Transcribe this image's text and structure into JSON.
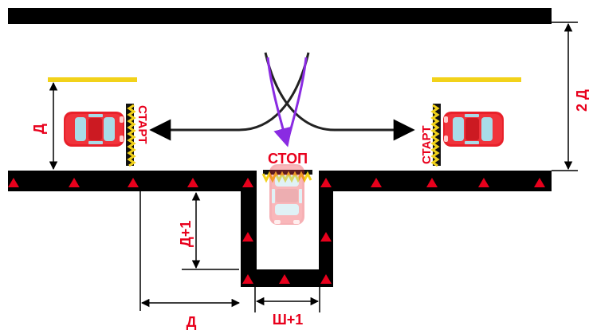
{
  "labels": {
    "start_left": "СТАРТ",
    "start_right": "СТАРТ",
    "stop": "СТОП",
    "width_total": "2 Д",
    "car_length_left": "Д",
    "car_length_bottom": "Д",
    "box_depth": "Д+1",
    "box_width": "Ш+1"
  },
  "colors": {
    "road_edge": "#000000",
    "marker_red": "#e8001c",
    "label_red": "#e8001c",
    "yellow_line": "#f2d21a",
    "car_body": "#e8202a",
    "car_glass": "#a8dce8",
    "path_purple": "#8a2be2",
    "dimension_line": "#000000"
  },
  "icons": {
    "start_marker": "triangle-strip-icon",
    "car": "car-top-view-icon",
    "curb_marker": "red-triangle-icon"
  }
}
